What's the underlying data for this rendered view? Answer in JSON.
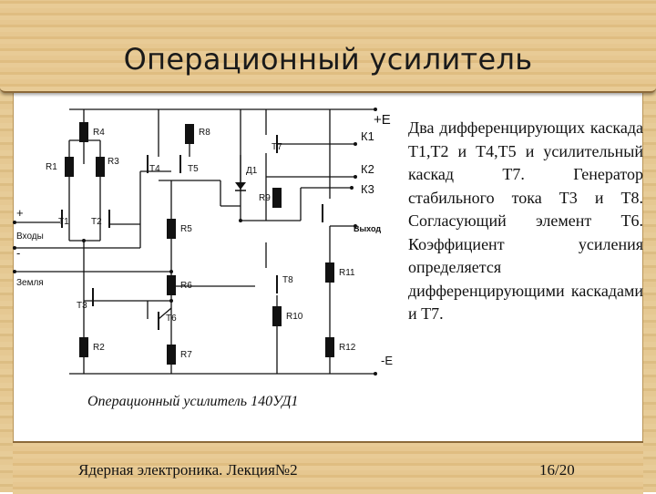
{
  "title": "Операционный усилитель",
  "description": "Два дифференцирующих каскада Т1,Т2 и Т4,Т5 и усилительный каскад Т7. Генератор стабильного тока Т3 и Т8. Согласующий элемент Т6. Коэффициент усиления определяется дифференцирующими каскадами и Т7.",
  "caption": "Операционный усилитель 140УД1",
  "footer": {
    "text": "Ядерная электроника. Лекция№2",
    "page": "16/20"
  },
  "diagram": {
    "supply_plus": "+E",
    "supply_minus": "-E",
    "plus_sign": "+",
    "minus_sign": "-",
    "inputs_label": "Входы",
    "ground_label": "Земля",
    "output_label": "Выход",
    "terminals": [
      "К1",
      "К2",
      "К3"
    ],
    "resistors": [
      "R1",
      "R2",
      "R3",
      "R4",
      "R5",
      "R6",
      "R7",
      "R8",
      "R9",
      "R10",
      "R11",
      "R12"
    ],
    "transistors": [
      "Т1",
      "Т2",
      "Т3",
      "Т4",
      "Т5",
      "Т6",
      "Т7",
      "Т8"
    ],
    "diode": "Д1"
  }
}
